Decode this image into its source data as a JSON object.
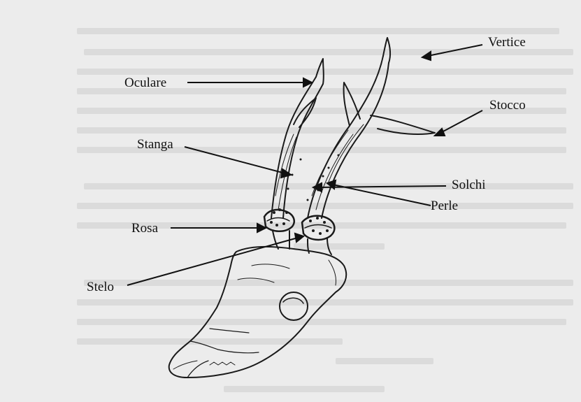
{
  "labels": {
    "vertice": "Vertice",
    "oculare": "Oculare",
    "stocco": "Stocco",
    "stanga": "Stanga",
    "solchi": "Solchi",
    "rosa": "Rosa",
    "perle": "Perle",
    "stelo": "Stelo"
  },
  "colors": {
    "ink": "#1a1a1a",
    "paper": "#ececec",
    "bleed": "#d6d6d6"
  }
}
